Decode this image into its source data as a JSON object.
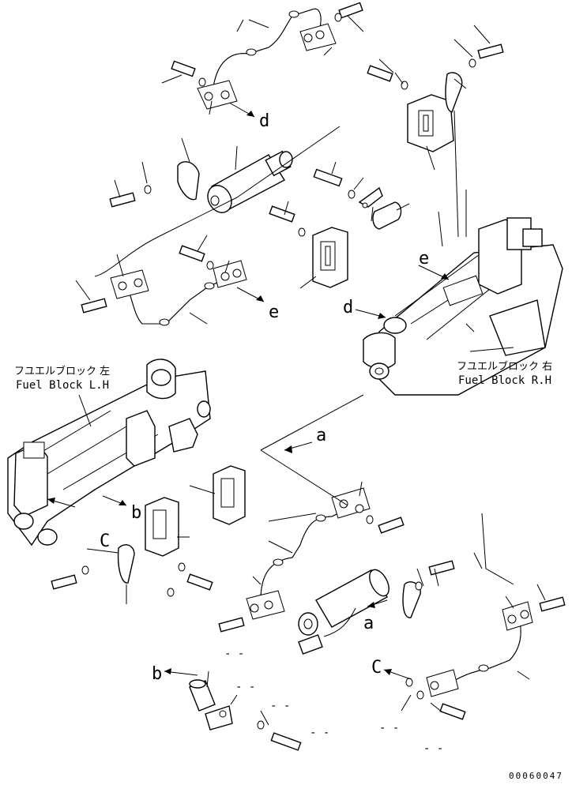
{
  "labels": {
    "fuel_block_lh_jp": "フユエルブロック 左",
    "fuel_block_lh_en": "Fuel Block L.H",
    "fuel_block_rh_jp": "フユエルブロック 右",
    "fuel_block_rh_en": "Fuel Block R.H",
    "ref_a_upper": "a",
    "ref_a_lower": "a",
    "ref_b_left": "b",
    "ref_b_lower": "b",
    "ref_c_left": "C",
    "ref_c_right": "C",
    "ref_d_upper": "d",
    "ref_d_mid": "d",
    "ref_e_left": "e",
    "ref_e_right": "e",
    "drawing_code": "00060047",
    "dash_1": "- -",
    "dash_2": "- -",
    "dash_3": "- -",
    "dash_4": "- -",
    "dash_5": "- -",
    "dash_6": "- -"
  }
}
